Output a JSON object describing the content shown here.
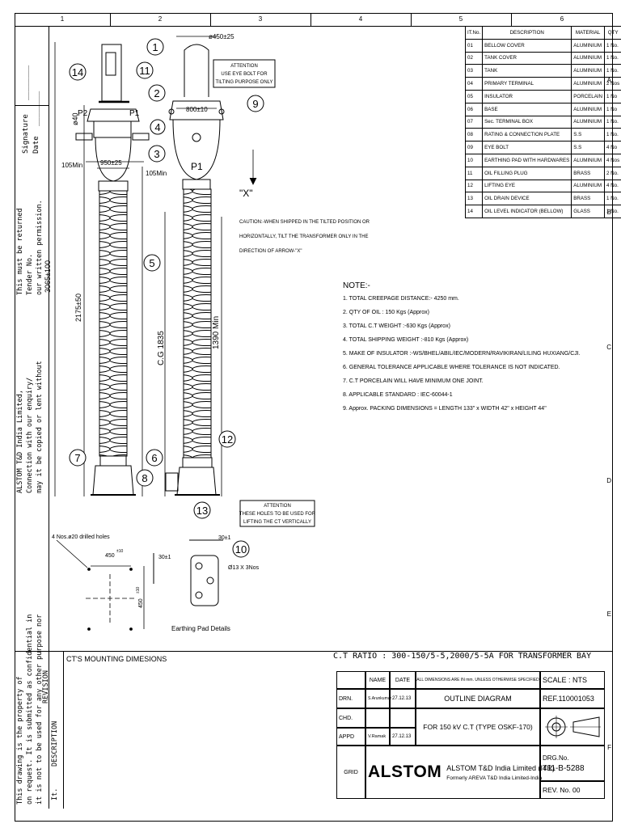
{
  "zones": {
    "columns": [
      "1",
      "2",
      "3",
      "4",
      "5",
      "6"
    ],
    "rows": [
      "A",
      "B",
      "C",
      "D",
      "E",
      "F"
    ]
  },
  "left_margin": {
    "signature": "Signature",
    "date": "Date",
    "returned": "This must be returned",
    "tender": "Tender No.",
    "permission": "our written permission.",
    "company": "ALSTOM T&D India Limited,",
    "connection": "Connection with our enquiry/",
    "copied": "may it be copied or lent without",
    "drawing_property": "This drawing is the property of",
    "confidential": "on request. It is submitted as confidential in",
    "not_used": "it is not to be used for any other purpose nor",
    "revision": "REVISION",
    "description": "DESCRIPTION",
    "it": "It."
  },
  "bom": {
    "headers": [
      "IT.No.",
      "DESCRIPTION",
      "MATERIAL",
      "QTY"
    ],
    "rows": [
      [
        "01",
        "BELLOW COVER",
        "ALUMINIUM",
        "1 No."
      ],
      [
        "02",
        "TANK COVER",
        "ALUMINIUM",
        "1 No."
      ],
      [
        "03",
        "TANK",
        "ALUMINIUM",
        "1 No."
      ],
      [
        "04",
        "PRIMARY TERMINAL",
        "ALUMINIUM",
        "2 Nos"
      ],
      [
        "05",
        "INSULATOR",
        "PORCELAIN",
        "1 No"
      ],
      [
        "06",
        "BASE",
        "ALUMINIUM",
        "1 No"
      ],
      [
        "07",
        "Sec. TERMINAL BOX",
        "ALUMINIUM",
        "1 No."
      ],
      [
        "08",
        "RATING & CONNECTION PLATE",
        "S.S",
        "1 No."
      ],
      [
        "09",
        "EYE BOLT",
        "S.S",
        "4 No"
      ],
      [
        "10",
        "EARTHING PAD WITH HARDWARES",
        "ALUMINIUM",
        "4 Nos"
      ],
      [
        "11",
        "OIL FILLING PLUG",
        "BRASS",
        "2 No."
      ],
      [
        "12",
        "LIFTING EYE",
        "ALUMINIUM",
        "4 No."
      ],
      [
        "13",
        "OIL DRAIN DEVICE",
        "BRASS",
        "1 No."
      ],
      [
        "14",
        "OIL LEVEL INDICATOR (BELLOW)",
        "GLASS",
        "1 No."
      ]
    ]
  },
  "notes": {
    "title": "NOTE:-",
    "items": [
      "1. TOTAL CREEPAGE DISTANCE:- 4250 mm.",
      "2. QTY OF OIL : 150 Kgs (Approx)",
      "3. TOTAL C.T  WEIGHT :-630  Kgs (Approx)",
      "4. TOTAL SHIPPING WEIGHT :-810 Kgs (Approx)",
      "5. MAKE OF INSULATOR :-WS/BHEL/ABIL/IEC/MODERN/RAVIKIRAN/LILING HUXIANG/CJI.",
      "6. GENERAL TOLERANCE APPLICABLE WHERE TOLERANCE IS NOT INDICATED.",
      "7. C.T PORCELAIN WILL HAVE MINIMUM ONE JOINT.",
      "8. APPLICABLE STANDARD : IEC-60044-1",
      "9. Approx. PACKING DIMENSIONS = LENGTH 133\" x WIDTH 42\" x HEIGHT 44\""
    ]
  },
  "drawing": {
    "attention_top": [
      "ATTENTION",
      "USE EYE BOLT FOR",
      "TILTING PURPOSE ONLY"
    ],
    "caution": [
      "CAUTION:-WHEN SHIPPED IN THE TILTED POSITION OR",
      "HORIZONTALLY, TILT THE TRANSFORMER ONLY IN THE",
      "DIRECTION OF ARROW-\"X\""
    ],
    "attention_bottom": [
      "ATTENTION",
      "THESE HOLES TO BE USED FOR",
      "LIFTING THE CT VERTICALLY"
    ],
    "arrow_label": "\"X\"",
    "dims": {
      "d450": "ø450±25",
      "d40": "ø40",
      "p2": "P2",
      "p1": "P1",
      "p1_side": "P1",
      "d105l": "105Min",
      "d950": "950±25",
      "d105r": "105Min",
      "d800": "800±10",
      "d3065": "3065±100",
      "d2175": "2175±50",
      "cg": "C.G 1835",
      "d1390": "1390 Min"
    },
    "balloons": [
      "1",
      "2",
      "3",
      "4",
      "5",
      "6",
      "7",
      "8",
      "9",
      "10",
      "11",
      "12",
      "13",
      "14"
    ],
    "mounting": {
      "holes": "4 Nos.ø20 drilled holes",
      "d450h": "450",
      "d450v": "450",
      "tol": "±10",
      "title": "CT'S MOUNTING DIMESIONS"
    },
    "earthing": {
      "d30a": "30±1",
      "d30b": "30±1",
      "holes": "Ø13 X 3Nos",
      "title": "Earthing Pad Details"
    }
  },
  "title_block": {
    "ratio": "C.T RATIO : 300-150/5-5,2000/5-5A FOR TRANSFORMER BAY",
    "name": "NAME",
    "date": "DATE",
    "dims_note": "ALL DIMENSIONS ARE IN mm. UNLESS OTHERWISE SPECIFIED",
    "scale": "SCALE : NTS",
    "drn": "DRN.",
    "drn_name": "S.Arunkumar",
    "drn_date": "27.12.13",
    "chd": "CHD.",
    "appd": "APPD",
    "appd_name": "V.Ramak",
    "appd_date": "27.12.13",
    "outline": "OUTLINE DIAGRAM",
    "for_ct": "FOR 150 kV C.T (TYPE OSKF-170)",
    "ref": "REF.110001053",
    "grid": "GRID",
    "logo": "ALSTOM",
    "company": "ALSTOM T&D India Limited (ITR)",
    "formerly": "Formerly AREVA T&D India Limited-India",
    "drg_label": "DRG.No.",
    "drg_no": "411-B-5288",
    "rev": "REV. No. 00"
  }
}
